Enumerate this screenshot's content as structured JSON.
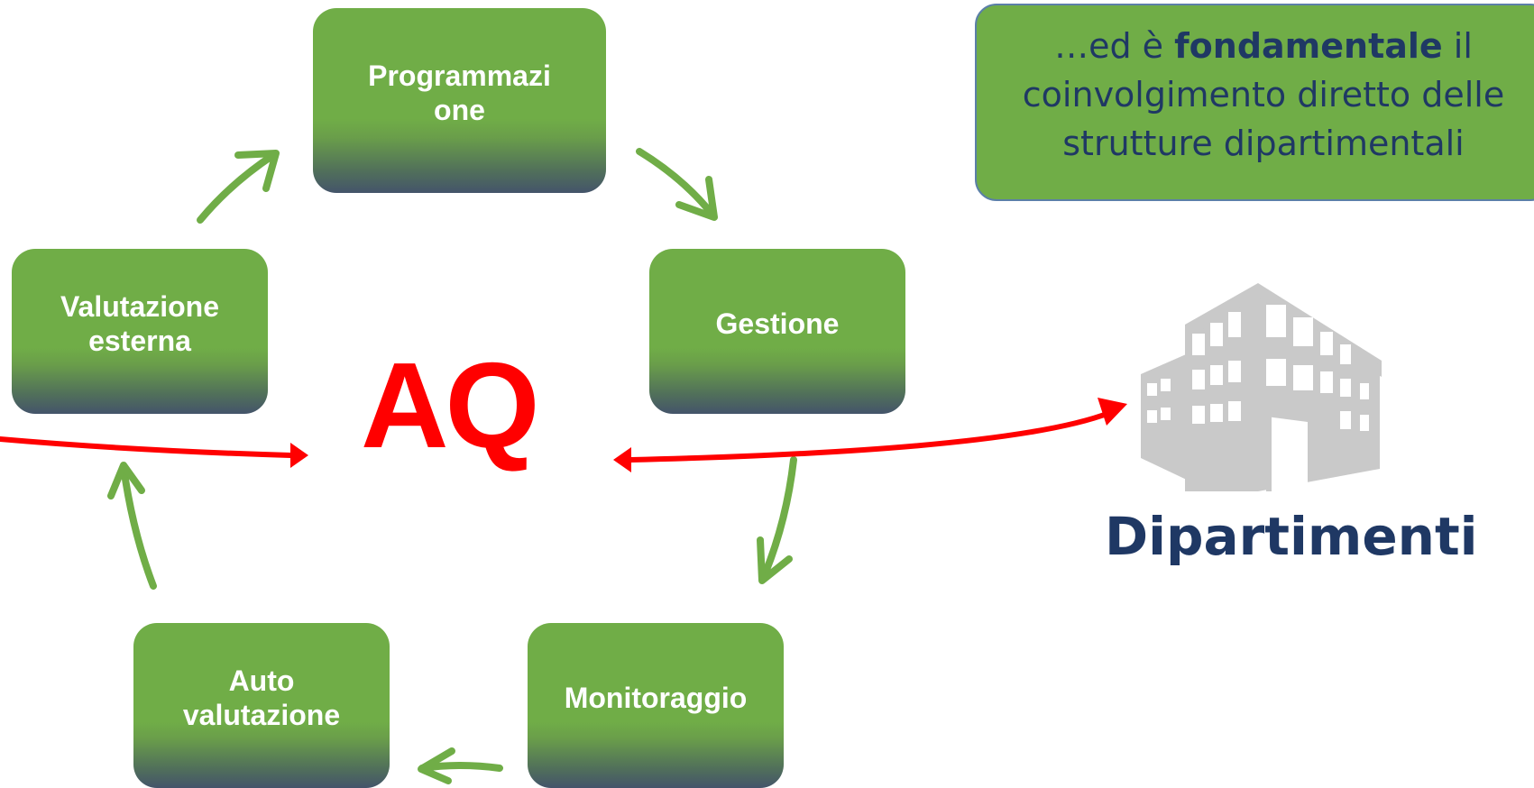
{
  "center_label": "AQ",
  "cycle": [
    {
      "id": "programmazione",
      "lines": [
        "Programmazi",
        "one"
      ]
    },
    {
      "id": "gestione",
      "lines": [
        "Gestione"
      ]
    },
    {
      "id": "monitoraggio",
      "lines": [
        "Monitoraggio"
      ]
    },
    {
      "id": "auto_valutazione",
      "lines": [
        "Auto",
        "valutazione"
      ]
    },
    {
      "id": "valutazione_esterna",
      "lines": [
        "Valutazione",
        "esterna"
      ]
    }
  ],
  "callout": {
    "prefix": "…ed è ",
    "emphasis": "fondamentale",
    "suffix_line1": " il",
    "line2": "coinvolgimento diretto delle",
    "line3": "strutture dipartimentali"
  },
  "building": {
    "icon": "building-icon",
    "label": "Dipartimenti"
  },
  "colors": {
    "box_green": "#70ad47",
    "box_bottom": "#44546a",
    "cycle_arrow": "#70ad47",
    "red_arrow": "#ff0000",
    "center_text": "#ff0000",
    "navy_text": "#1f3864",
    "building_gray": "#c9c9c9"
  }
}
